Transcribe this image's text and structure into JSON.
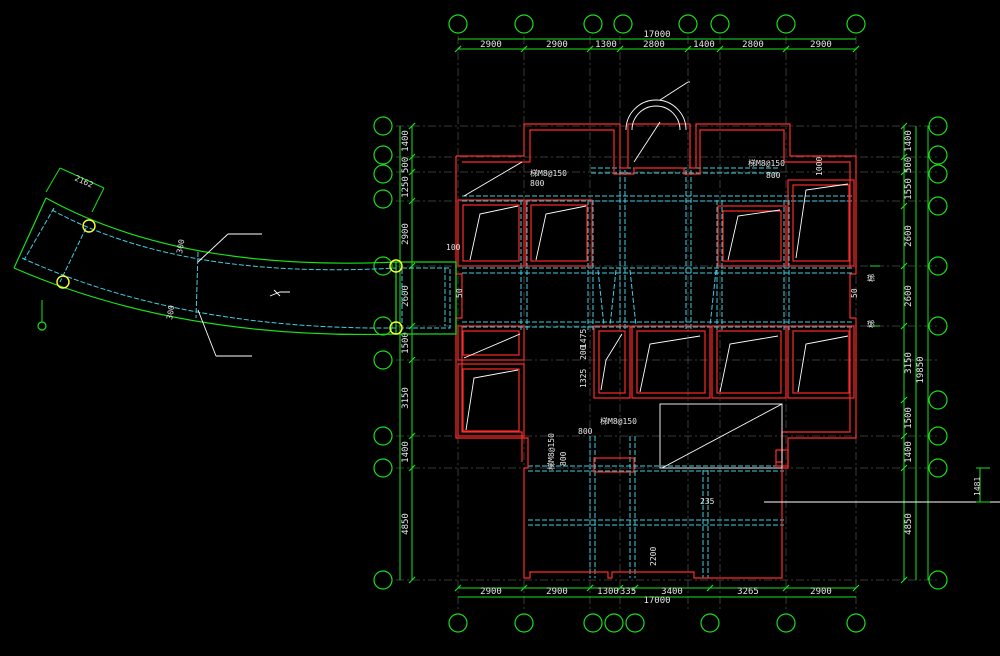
{
  "top_dims": {
    "total": "17000",
    "segments": [
      "2900",
      "2900",
      "1300",
      "2800",
      "1400",
      "2800",
      "2900"
    ]
  },
  "bottom_dims": {
    "total": "17000",
    "segments": [
      "2900",
      "2900",
      "1300",
      "335",
      "3400",
      "3265",
      "2900"
    ]
  },
  "left_dims": [
    "1400",
    "500",
    "1250",
    "2900",
    "2600",
    "1500",
    "3150",
    "1400",
    "4850"
  ],
  "right_dims": [
    "1400",
    "500",
    "1550",
    "2600",
    "2600",
    "3150",
    "1500",
    "1400",
    "4850"
  ],
  "right_total": "19850",
  "notes": {
    "beam_top_left": "梯M8@150",
    "beam_top_left_b": "800",
    "beam_top_right": "梯M8@150",
    "beam_top_right_b": "800",
    "beam_mid": "梯M8@150",
    "beam_mid_b": "800",
    "beam_vertical": "梯M8@150",
    "beam_vertical_b": "800",
    "dim_1000": "1000",
    "dim_100": "100",
    "dim_50_left": "50",
    "dim_50_right": "50",
    "dim_1325": "1325",
    "dim_200": "200",
    "dim_1475": "1475",
    "dim_235": "235",
    "dim_2200": "2200",
    "dim_1481": "1481",
    "bridge_width": "2162",
    "bridge_300_top": "300",
    "bridge_300_bottom": "300",
    "side_mark_1": "梯",
    "side_mark_2": "梯"
  }
}
